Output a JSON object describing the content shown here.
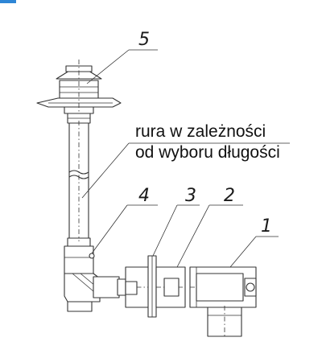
{
  "callouts": {
    "part_1": "1",
    "part_2": "2",
    "part_3": "3",
    "part_4": "4",
    "part_5": "5"
  },
  "note": {
    "line1": "rura w zależności",
    "line2": "od wyboru długości"
  },
  "colors": {
    "line": "#333333",
    "accent": "#2e86d6",
    "background": "#ffffff"
  }
}
